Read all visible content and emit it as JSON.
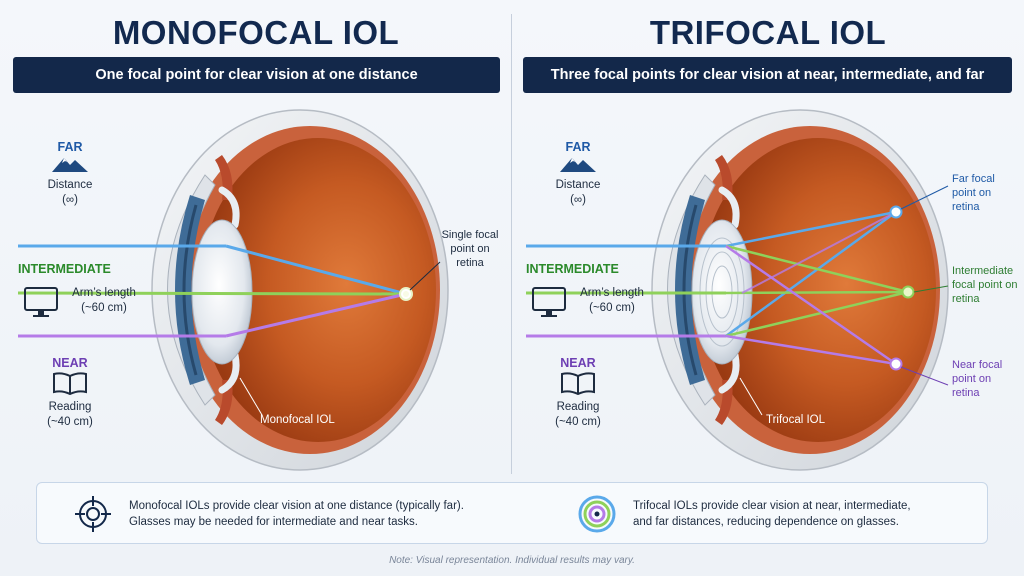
{
  "left": {
    "title": "MONOFOCAL IOL",
    "subtitle": "One focal point for clear vision at one distance",
    "callout_single": [
      "Single focal",
      "point on",
      "retina"
    ],
    "lens_label": "Monofocal IOL"
  },
  "right": {
    "title": "TRIFOCAL IOL",
    "subtitle": "Three focal points for clear vision at near, intermediate, and far",
    "callout_far": [
      "Far focal",
      "point on",
      "retina"
    ],
    "callout_int": [
      "Intermediate",
      "focal point on",
      "retina"
    ],
    "callout_near": [
      "Near focal",
      "point on",
      "retina"
    ],
    "lens_label": "Trifocal IOL"
  },
  "distances": {
    "far": {
      "head": "FAR",
      "line1": "Distance",
      "line2": "(∞)",
      "icon": "mountain-icon"
    },
    "intermediate": {
      "head": "INTERMEDIATE",
      "line1": "Arm’s length",
      "line2": "(~60 cm)",
      "icon": "monitor-icon"
    },
    "near": {
      "head": "NEAR",
      "line1": "Reading",
      "line2": "(~40 cm)",
      "icon": "book-icon"
    }
  },
  "summary": {
    "mono_line1": "Monofocal IOLs provide clear vision at one distance (typically far).",
    "mono_line2": "Glasses may be needed for intermediate and near tasks.",
    "tri_line1": "Trifocal IOLs provide clear vision at near, intermediate,",
    "tri_line2": "and far distances, reducing dependence on glasses."
  },
  "note": "Note: Visual representation. Individual results may vary.",
  "colors": {
    "navy": "#13284a",
    "far_ray": "#5aa9ea",
    "intermediate_ray": "#8fd15a",
    "near_ray": "#b57be8"
  }
}
